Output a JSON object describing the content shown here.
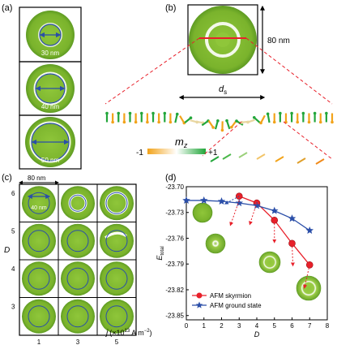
{
  "panel_a": {
    "label": "(a)",
    "diameters": [
      "30 nm",
      "40 nm",
      "50 nm"
    ]
  },
  "panel_b": {
    "label": "(b)",
    "size_label": "80 nm",
    "ds_label": "d",
    "ds_sub": "s",
    "colorbar": {
      "min": "-1",
      "max": "+1",
      "quantity": "m",
      "quantity_sub": "z",
      "color_low": "#f2a31a",
      "color_high": "#22a63a"
    }
  },
  "panel_c": {
    "label": "(c)",
    "row_labels": [
      "6",
      "5",
      "4",
      "3"
    ],
    "col_labels": [
      "1",
      "3",
      "5"
    ],
    "ylabel": "D",
    "xlabel": "j",
    "xunit": "(×10",
    "xunit_exp": "13",
    "xunit_rest": " A m",
    "xunit_exp2": "−2",
    "xunit_close": ")",
    "annot_width": "80 nm",
    "annot_inner": "40 nm"
  },
  "panel_d": {
    "label": "(d)",
    "legend": [
      "AFM skyrmion",
      "AFM ground state"
    ]
  },
  "chart_data": {
    "type": "line",
    "xlabel": "D",
    "ylabel": "E",
    "ylabel_sub": "total",
    "xlim": [
      0,
      8
    ],
    "ylim": [
      -23.855,
      -23.7
    ],
    "xticks": [
      0,
      1,
      2,
      3,
      4,
      5,
      6,
      7,
      8
    ],
    "yticks": [
      -23.7,
      -23.73,
      -23.76,
      -23.79,
      -23.82,
      -23.85
    ],
    "series": [
      {
        "name": "AFM skyrmion",
        "color": "#e8202a",
        "marker": "circle",
        "x": [
          3,
          4,
          5,
          6,
          7
        ],
        "y": [
          -23.711,
          -23.719,
          -23.739,
          -23.766,
          -23.791
        ]
      },
      {
        "name": "AFM ground state",
        "color": "#2a4ea8",
        "marker": "star",
        "x": [
          0,
          1,
          2,
          3,
          4,
          5,
          6,
          7
        ],
        "y": [
          -23.716,
          -23.716,
          -23.717,
          -23.719,
          -23.722,
          -23.728,
          -23.737,
          -23.751
        ]
      }
    ]
  }
}
